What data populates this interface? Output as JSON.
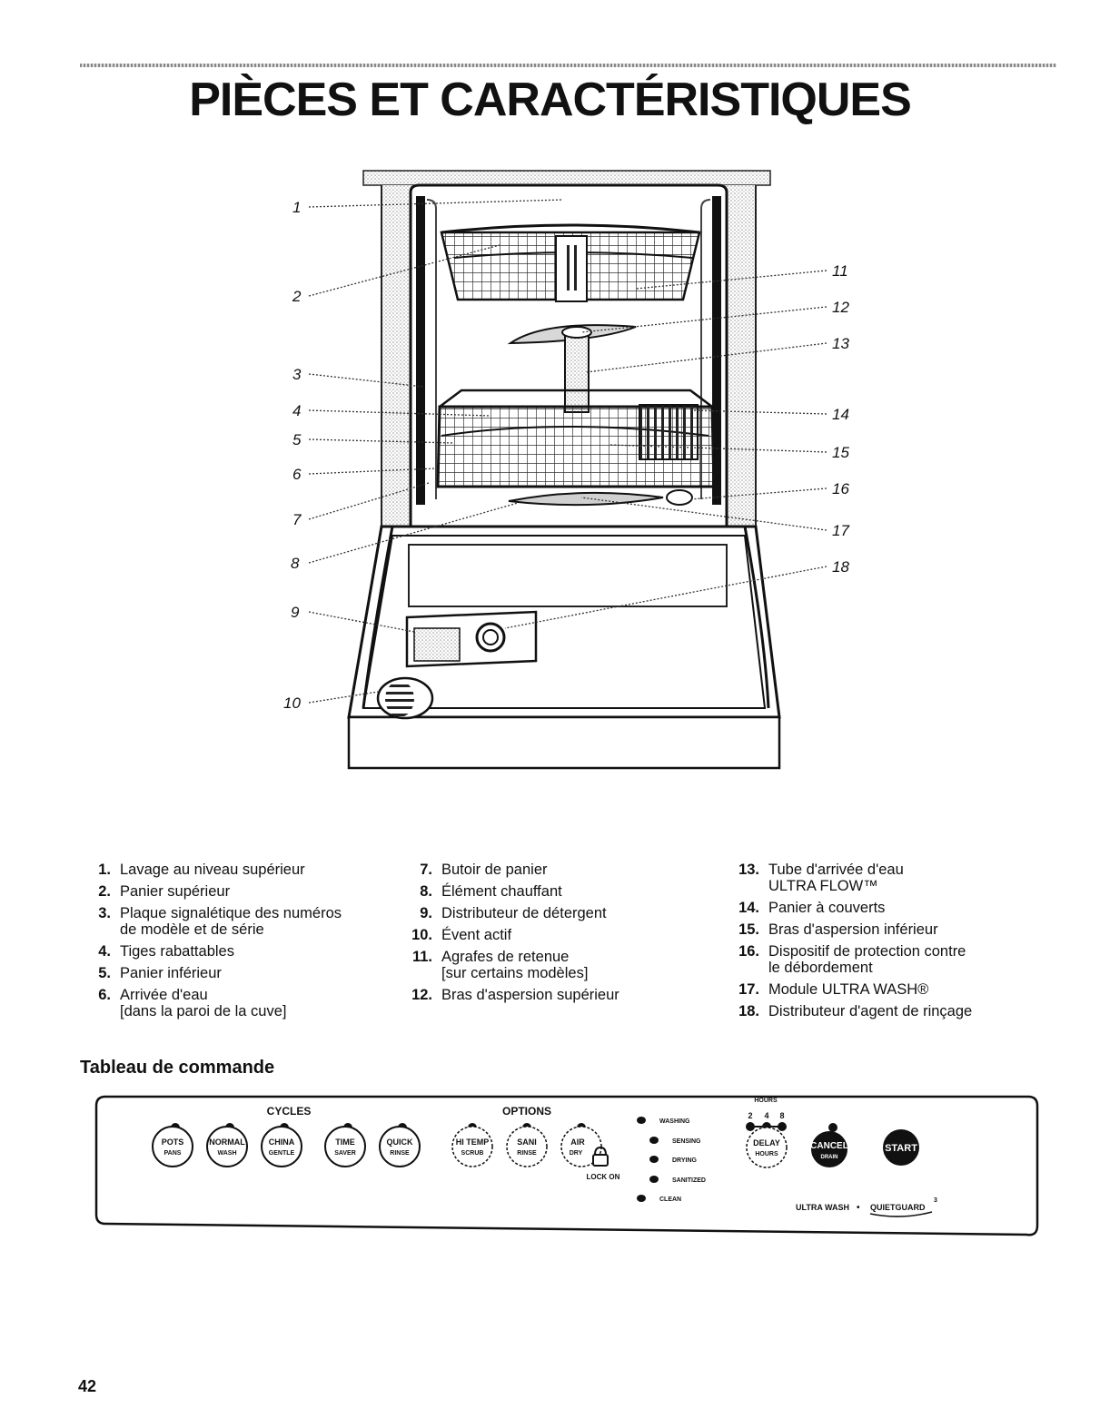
{
  "title": "PIÈCES ET CARACTÉRISTIQUES",
  "diagram": {
    "callouts": [
      "1",
      "2",
      "3",
      "4",
      "5",
      "6",
      "7",
      "8",
      "9",
      "10",
      "11",
      "12",
      "13",
      "14",
      "15",
      "16",
      "17",
      "18"
    ]
  },
  "legend": {
    "column1": [
      {
        "num": "1.",
        "text": "Lavage au niveau supérieur"
      },
      {
        "num": "2.",
        "text": "Panier supérieur"
      },
      {
        "num": "3.",
        "text": "Plaque signalétique des numéros\nde modèle et de série"
      },
      {
        "num": "4.",
        "text": "Tiges rabattables"
      },
      {
        "num": "5.",
        "text": "Panier inférieur"
      },
      {
        "num": "6.",
        "text": "Arrivée d'eau\n[dans la paroi de la cuve]"
      }
    ],
    "column2": [
      {
        "num": "7.",
        "text": "Butoir de panier"
      },
      {
        "num": "8.",
        "text": "Élément chauffant"
      },
      {
        "num": "9.",
        "text": "Distributeur de détergent"
      },
      {
        "num": "10.",
        "text": "Évent actif"
      },
      {
        "num": "11.",
        "text": "Agrafes de retenue\n[sur certains modèles]"
      },
      {
        "num": "12.",
        "text": "Bras d'aspersion supérieur"
      }
    ],
    "column3": [
      {
        "num": "13.",
        "text": "Tube d'arrivée d'eau\nULTRA FLOW™"
      },
      {
        "num": "14.",
        "text": "Panier à couverts"
      },
      {
        "num": "15.",
        "text": "Bras d'aspersion inférieur"
      },
      {
        "num": "16.",
        "text": "Dispositif de protection contre\nle débordement"
      },
      {
        "num": "17.",
        "text": "Module ULTRA WASH®"
      },
      {
        "num": "18.",
        "text": "Distributeur d'agent de rinçage"
      }
    ]
  },
  "control_panel": {
    "heading": "Tableau de commande",
    "cycles_label": "CYCLES",
    "options_label": "OPTIONS",
    "cycle_buttons": [
      {
        "line1": "POTS",
        "line2": "PANS"
      },
      {
        "line1": "NORMAL",
        "line2": "WASH"
      },
      {
        "line1": "CHINA",
        "line2": "GENTLE"
      },
      {
        "line1": "TIME",
        "line2": "SAVER"
      },
      {
        "line1": "QUICK",
        "line2": "RINSE"
      }
    ],
    "option_buttons": [
      {
        "line1": "HI TEMP",
        "line2": "SCRUB"
      },
      {
        "line1": "SANI",
        "line2": "RINSE"
      },
      {
        "line1": "AIR",
        "line2": "DRY"
      }
    ],
    "lock_label": "LOCK ON",
    "status_lights": [
      "WASHING",
      "SENSING",
      "DRYING",
      "SANITIZED",
      "CLEAN"
    ],
    "hours_label": "HOURS",
    "hours_values": [
      "2",
      "4",
      "8"
    ],
    "delay_button": {
      "line1": "DELAY",
      "line2": "HOURS"
    },
    "cancel_button": {
      "line1": "CANCEL",
      "line2": "DRAIN"
    },
    "start_button": "START",
    "brand_left": "ULTRA WASH",
    "brand_sep": "•",
    "brand_right": "QUIETGUARD",
    "brand_sup": "3"
  },
  "page_number": "42"
}
